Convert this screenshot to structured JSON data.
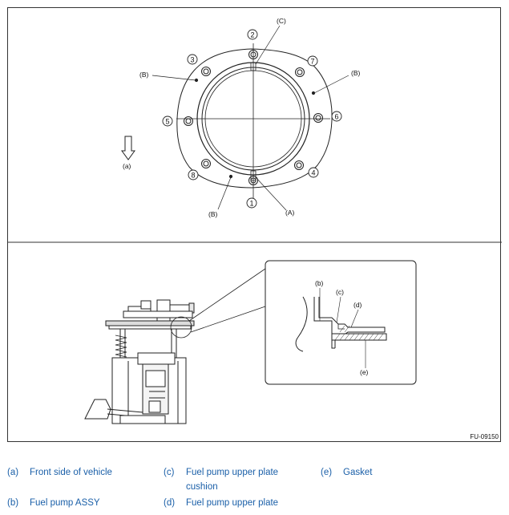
{
  "figure": {
    "top_view": {
      "labels": {
        "A": "(A)",
        "B": "(B)",
        "C": "(C)",
        "a": "(a)"
      },
      "bolt_numbers": [
        "1",
        "2",
        "3",
        "4",
        "5",
        "6",
        "7",
        "8"
      ]
    },
    "side_view": {
      "labels": {
        "b": "(b)",
        "c": "(c)",
        "d": "(d)",
        "e": "(e)"
      }
    },
    "figure_code": "FU-09150"
  },
  "legend": [
    {
      "key": "(a)",
      "text": "Front side of vehicle"
    },
    {
      "key": "(b)",
      "text": "Fuel pump ASSY"
    },
    {
      "key": "(c)",
      "text": "Fuel pump upper plate cushion"
    },
    {
      "key": "(d)",
      "text": "Fuel pump upper plate"
    },
    {
      "key": "(e)",
      "text": "Gasket"
    }
  ],
  "colors": {
    "legend_text": "#1a5fa8",
    "line": "#222222"
  }
}
